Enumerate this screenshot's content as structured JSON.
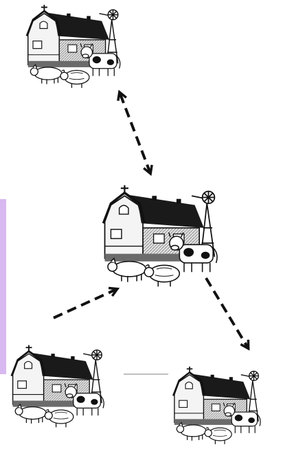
{
  "diagram": {
    "type": "network",
    "nodes": [
      {
        "id": "farm-top",
        "icon": "farm-icon"
      },
      {
        "id": "farm-middle",
        "icon": "farm-icon"
      },
      {
        "id": "farm-bottom-left",
        "icon": "farm-icon"
      },
      {
        "id": "farm-bottom-right",
        "icon": "farm-icon"
      }
    ],
    "edges": [
      {
        "from": "farm-top",
        "to": "farm-middle",
        "style": "dashed",
        "direction": "both"
      },
      {
        "from": "farm-bottom-left",
        "to": "farm-middle",
        "style": "dashed",
        "direction": "forward"
      },
      {
        "from": "farm-middle",
        "to": "farm-bottom-right",
        "style": "dashed",
        "direction": "forward"
      },
      {
        "from": "farm-bottom-left",
        "to": "farm-bottom-right",
        "style": "solid-thin",
        "direction": "none"
      }
    ]
  },
  "colors": {
    "ink": "#111111",
    "roof": "#1a1a1a",
    "wall": "#f4f4f4",
    "shade": "#9a9a9a",
    "side_band": "#d8b8f0"
  }
}
